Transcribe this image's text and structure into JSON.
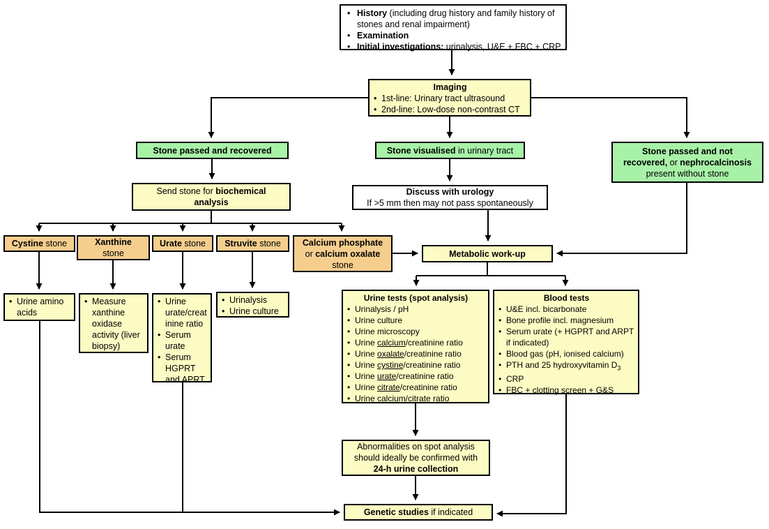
{
  "colors": {
    "box_yellow": "#FBFBC3",
    "box_green": "#A8F2A8",
    "box_orange": "#F5CE8E",
    "box_white": "#FFFFFF",
    "line_black": "#000000"
  },
  "boxes": {
    "history": {
      "items": [
        [
          [
            "b",
            "History"
          ],
          [
            "r",
            " (including drug history and family history of stones and renal impairment)"
          ]
        ],
        [
          [
            "b",
            "Examination"
          ]
        ],
        [
          [
            "b",
            "Initial investigations:"
          ],
          [
            "r",
            " urinalysis, U&E + FBC + CRP"
          ]
        ]
      ]
    },
    "imaging": {
      "title": [
        [
          "b",
          "Imaging"
        ]
      ],
      "items": [
        [
          [
            "r",
            "1st-line: Urinary tract ultrasound"
          ]
        ],
        [
          [
            "r",
            "2nd-line: Low-dose non-contrast CT"
          ]
        ]
      ]
    },
    "stone_recovered": {
      "text": [
        [
          "b",
          "Stone passed and recovered"
        ]
      ]
    },
    "stone_visualised": {
      "text": [
        [
          "b",
          "Stone visualised"
        ],
        [
          "r",
          " in urinary tract"
        ]
      ]
    },
    "stone_not_recovered": {
      "text": [
        [
          "b",
          "Stone passed and not\nrecovered,"
        ],
        [
          "r",
          " or "
        ],
        [
          "b",
          "nephrocalcinosis"
        ],
        [
          "r",
          "\npresent without stone"
        ]
      ]
    },
    "send_stone": {
      "text": [
        [
          "r",
          "Send stone for "
        ],
        [
          "b",
          "biochemical\nanalysis"
        ]
      ]
    },
    "discuss_urology": {
      "text": [
        [
          "b",
          "Discuss with urology"
        ],
        [
          "r",
          "\nIf >5 mm then may not pass spontaneously"
        ]
      ]
    },
    "cystine_stone": {
      "text": [
        [
          "b",
          "Cystine"
        ],
        [
          "r",
          " stone"
        ]
      ]
    },
    "xanthine_stone": {
      "text": [
        [
          "b",
          "Xanthine"
        ],
        [
          "r",
          "\nstone"
        ]
      ]
    },
    "urate_stone": {
      "text": [
        [
          "b",
          "Urate"
        ],
        [
          "r",
          " stone"
        ]
      ]
    },
    "struvite_stone": {
      "text": [
        [
          "b",
          "Struvite"
        ],
        [
          "r",
          " stone"
        ]
      ]
    },
    "calcium_stone": {
      "text": [
        [
          "b",
          "Calcium phosphate"
        ],
        [
          "r",
          "\nor "
        ],
        [
          "b",
          "calcium oxalate"
        ],
        [
          "r",
          "\nstone"
        ]
      ]
    },
    "metabolic_workup": {
      "text": [
        [
          "b",
          "Metabolic work-up"
        ]
      ]
    },
    "cystine_tests": {
      "items": [
        [
          [
            "r",
            "Urine amino acids"
          ]
        ]
      ]
    },
    "xanthine_tests": {
      "items": [
        [
          [
            "r",
            "Measure xanthine oxidase activity (liver biopsy)"
          ]
        ]
      ]
    },
    "urate_tests": {
      "items": [
        [
          [
            "r",
            "Urine urate/creatinine ratio"
          ]
        ],
        [
          [
            "r",
            "Serum urate"
          ]
        ],
        [
          [
            "r",
            "Serum HGPRT and APRT"
          ]
        ]
      ]
    },
    "struvite_tests": {
      "items": [
        [
          [
            "r",
            "Urinalysis"
          ]
        ],
        [
          [
            "r",
            "Urine culture"
          ]
        ]
      ]
    },
    "urine_tests": {
      "title": [
        [
          "b",
          "Urine tests (spot analysis)"
        ]
      ],
      "items": [
        [
          [
            "r",
            "Urinalysis / pH"
          ]
        ],
        [
          [
            "r",
            "Urine culture"
          ]
        ],
        [
          [
            "r",
            "Urine microscopy"
          ]
        ],
        [
          [
            "r",
            "Urine "
          ],
          [
            "u",
            "calcium"
          ],
          [
            "r",
            "/creatinine ratio"
          ]
        ],
        [
          [
            "r",
            "Urine "
          ],
          [
            "u",
            "oxalate"
          ],
          [
            "r",
            "/creatinine ratio"
          ]
        ],
        [
          [
            "r",
            "Urine "
          ],
          [
            "u",
            "cystine"
          ],
          [
            "r",
            "/creatinine ratio"
          ]
        ],
        [
          [
            "r",
            "Urine "
          ],
          [
            "u",
            "urate"
          ],
          [
            "r",
            "/creatinine ratio"
          ]
        ],
        [
          [
            "r",
            "Urine "
          ],
          [
            "u",
            "citrate"
          ],
          [
            "r",
            "/creatinine ratio"
          ]
        ],
        [
          [
            "r",
            "Urine calcium/citrate ratio"
          ]
        ]
      ]
    },
    "blood_tests": {
      "title": [
        [
          "b",
          "Blood tests"
        ]
      ],
      "items": [
        [
          [
            "r",
            "U&E incl. bicarbonate"
          ]
        ],
        [
          [
            "r",
            "Bone profile incl. magnesium"
          ]
        ],
        [
          [
            "r",
            "Serum urate (+ HGPRT and ARPT if indicated)"
          ]
        ],
        [
          [
            "r",
            "Blood gas (pH, ionised calcium)"
          ]
        ],
        [
          [
            "r",
            "PTH and 25 hydroxyvitamin D"
          ],
          [
            "sub",
            "3"
          ]
        ],
        [
          [
            "r",
            "CRP"
          ]
        ],
        [
          [
            "r",
            "FBC + clotting screen + G&S"
          ]
        ]
      ]
    },
    "abnormalities": {
      "text": [
        [
          "r",
          "Abnormalities on spot analysis\nshould ideally be confirmed with\n"
        ],
        [
          "b",
          "24-h urine collection"
        ]
      ]
    },
    "genetic_studies": {
      "text": [
        [
          "b",
          "Genetic studies"
        ],
        [
          "r",
          " if indicated"
        ]
      ]
    }
  }
}
